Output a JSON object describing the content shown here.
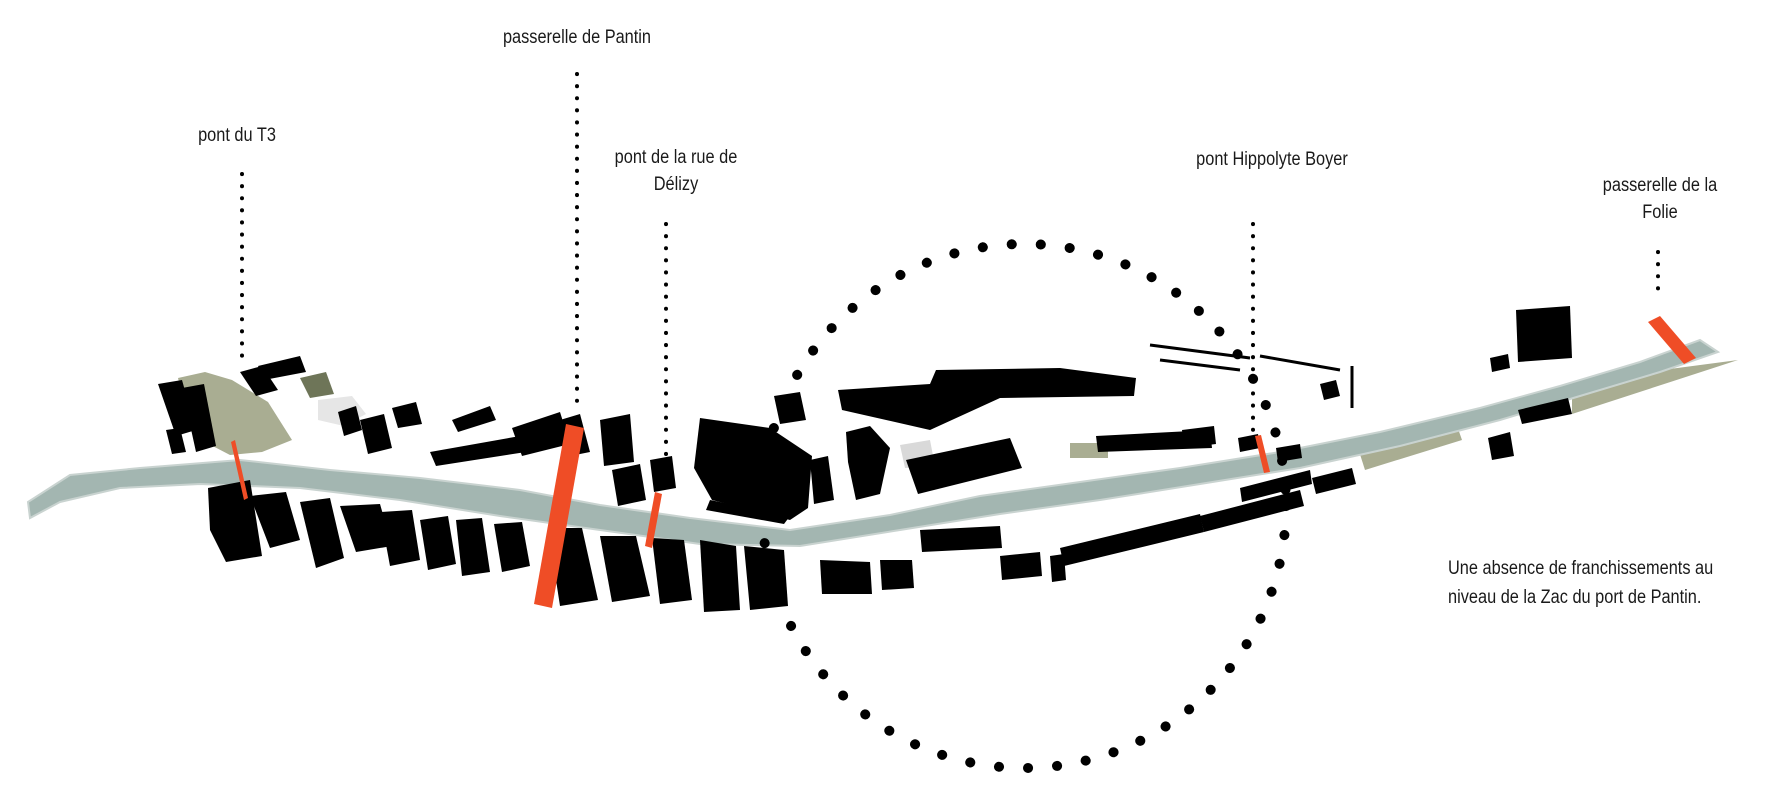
{
  "colors": {
    "canal": "#a3b6b1",
    "canal_edge": "#c9d3d0",
    "green_space": "#a9ad92",
    "green_dark": "#6e7558",
    "buildings": "#000000",
    "bridge": "#ef4d26",
    "dots": "#000000",
    "background": "#ffffff"
  },
  "labels": {
    "pont_t3": "pont du T3",
    "passerelle_pantin": "passerelle de Pantin",
    "pont_delizy_line1": "pont de la rue de",
    "pont_delizy_line2": "Délizy",
    "pont_hippolyte": "pont Hippolyte Boyer",
    "passerelle_folie_line1": "passerelle de la",
    "passerelle_folie_line2": "Folie"
  },
  "note": {
    "line1": "Une absence de franchissements au",
    "line2": "niveau de la Zac du port de Pantin."
  },
  "icons": {
    "bridge_marker": "orange-bar-icon",
    "leader": "dotted-line",
    "zone": "dotted-circle"
  }
}
